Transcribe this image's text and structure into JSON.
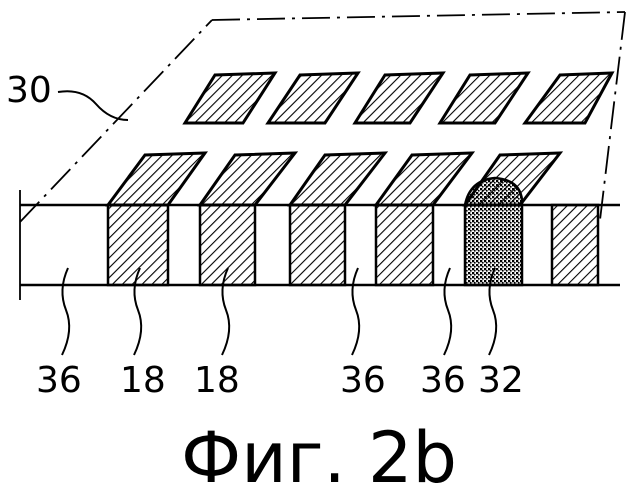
{
  "figure": {
    "caption": "Фиг. 2b",
    "labels": {
      "layer": "30",
      "bottom": [
        "36",
        "18",
        "18",
        "36",
        "36",
        "32"
      ]
    }
  }
}
